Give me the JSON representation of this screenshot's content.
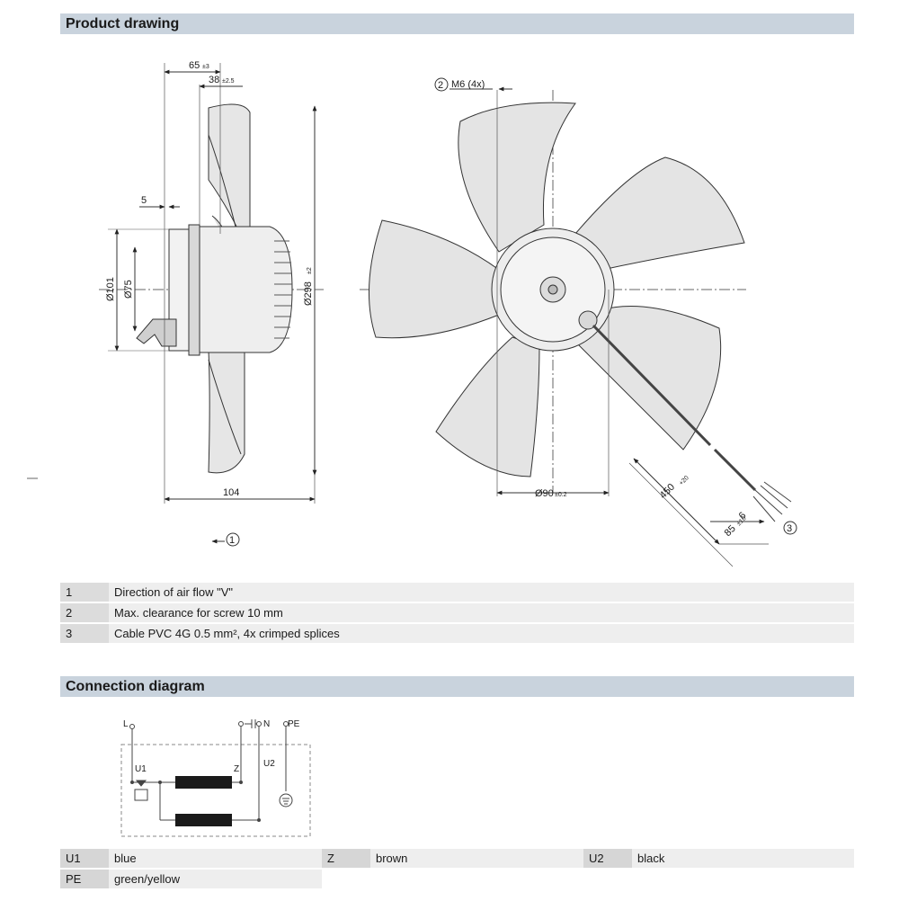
{
  "headers": {
    "product_drawing": "Product drawing",
    "connection_diagram": "Connection diagram"
  },
  "dimensions": {
    "d65": "65",
    "d65_tol": "±3",
    "d38": "38",
    "d38_tol": "±2.5",
    "d5": "5",
    "dia101": "Ø101",
    "dia75": "Ø75",
    "dia298": "Ø298",
    "dia298_tol": "±2",
    "d104": "104",
    "m6": "M6 (4x)",
    "dia90": "Ø90",
    "dia90_tol": "±0.2",
    "d450": "450",
    "d450_tol": "+20",
    "d6": "6",
    "d85": "85",
    "d85_tol": "±10",
    "callout1": "1",
    "callout2": "2",
    "callout3": "3"
  },
  "legend": [
    {
      "num": "1",
      "text": "Direction of air flow \"V\""
    },
    {
      "num": "2",
      "text": "Max. clearance for screw 10 mm"
    },
    {
      "num": "3",
      "text": "Cable PVC 4G 0.5 mm², 4x crimped splices"
    }
  ],
  "wiring": {
    "L": "L",
    "N": "N",
    "PE": "PE",
    "U1": "U1",
    "Z": "Z",
    "U2": "U2"
  },
  "colors_table": {
    "row1": [
      {
        "key": "U1",
        "value": "blue"
      },
      {
        "key": "Z",
        "value": "brown"
      },
      {
        "key": "U2",
        "value": "black"
      }
    ],
    "row2": [
      {
        "key": "PE",
        "value": "green/yellow"
      }
    ]
  }
}
